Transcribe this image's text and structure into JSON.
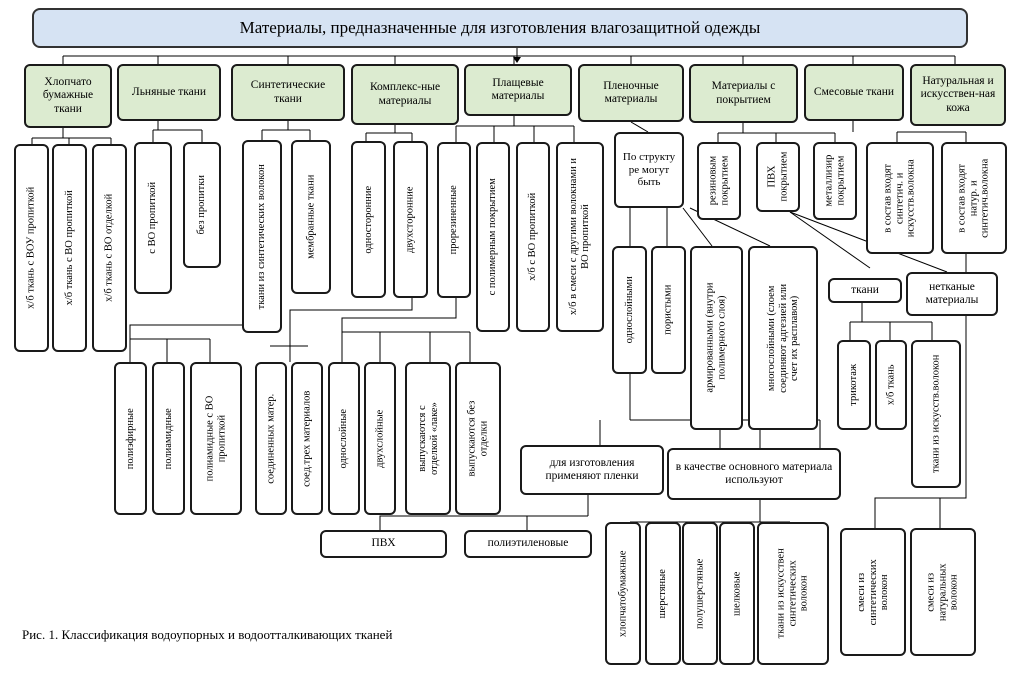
{
  "title": "Материалы,  предназначенные для изготовления влагозащитной одежды",
  "caption": "Рис. 1. Классификация водоупорных и водоотталкивающих тканей",
  "categories": {
    "cotton_paper": "Хлопчато бумажные ткани",
    "linen": "Льняные ткани",
    "synthetic": "Синтетические ткани",
    "complex": "Комплекс-ные материалы",
    "raincoat": "Плащевые материалы",
    "film": "Пленочные материалы",
    "coated": "Материалы с покрытием",
    "mixed": "Смесовые ткани",
    "leather": "Натуральная и искусствен-ная кожа"
  },
  "cotton_items": [
    "х/б ткань с ВОУ пропиткой",
    "х/б ткань с ВО пропиткой",
    "х/б ткань с ВО отделкой"
  ],
  "linen_items": [
    "с ВО пропиткой",
    "без пропитки"
  ],
  "synthetic_items": [
    "ткани из синтетических волокон",
    "мембранные ткани"
  ],
  "synthetic_sub": [
    "полиэфирные",
    "полиамидные",
    "полиамидные с ВО\nпропиткой"
  ],
  "complex_items": [
    "односторонние",
    "двухсторонние"
  ],
  "complex_sub": [
    "соединенных матер.",
    "соед.трех материалов"
  ],
  "raincoat_items": [
    "прорезиненные",
    "с полимерным покрытием",
    "х/б с ВО пропиткой",
    "х/б в смеси с другими волокнами и\nВО пропиткой"
  ],
  "raincoat_sub": [
    "однослойные",
    "двухслойные",
    "выпускаются с\nотделкой «лаке»",
    "выпускаются без\nотделки"
  ],
  "film_question": "По структу ре могут быть",
  "film_items": [
    "однослойными",
    "пористыми",
    "армированными (внутри\nполимерного слоя)",
    "многослойными (слоем\nсоединяют адгезией или\nсчет их расплавом)"
  ],
  "film_use": "для изготовления применяют пленки",
  "film_types": [
    "ПВХ",
    "полиэтиленовые"
  ],
  "base_material": "в качестве основного материала используют",
  "base_items": [
    "хлопчатобумажные",
    "шерстяные",
    "полушерстяные",
    "шелковые",
    "ткани из искусствен\nсинтетических\nволокон"
  ],
  "coated_items": [
    "резиновым\nпокрытием",
    "ПВХ\nпокрытием",
    "металлизир\nпокрытием"
  ],
  "coated_sub": [
    "ткани",
    "нетканые материалы"
  ],
  "coated_fabrics": [
    "трикотаж",
    "х/б ткань",
    "ткани из искусств.волокон"
  ],
  "mixed_items": [
    "в состав входят\nсинтетич. и\nискусств.волокна",
    "в состав входят\nнатур. и\nсинтетич.волокна"
  ],
  "mixed_sub": [
    "смеси из\nсинтетических\nволокон",
    "смеси из\nнатуральных\nволокон"
  ]
}
